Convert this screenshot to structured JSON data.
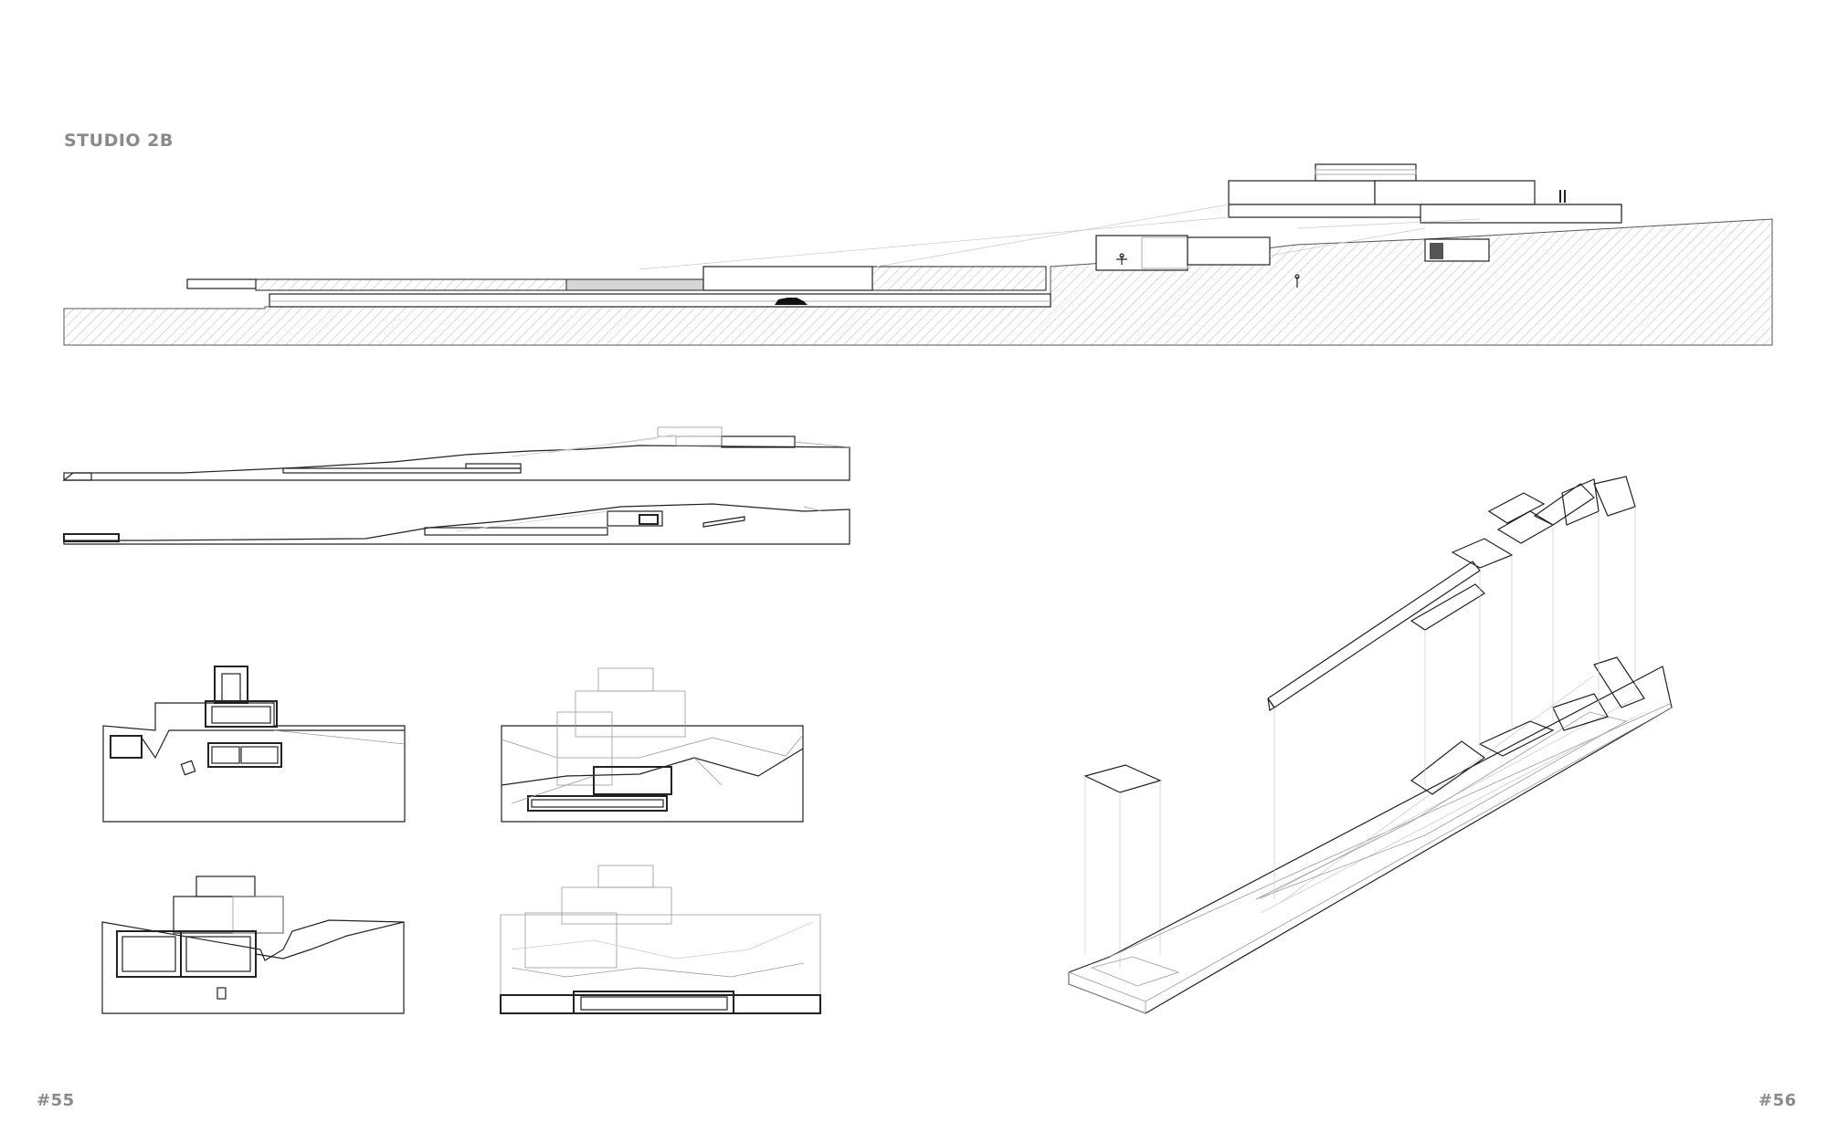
{
  "header": {
    "studio_label": "STUDIO 2B"
  },
  "footer": {
    "page_left": "#55",
    "page_right": "#56"
  },
  "colors": {
    "label_gray": "#8a8a8a",
    "line": "#222222",
    "hatch": "#b5b5b5",
    "light_line": "#c8c8c8"
  },
  "drawings": [
    {
      "id": "long-section",
      "kind": "site section"
    },
    {
      "id": "site-elevation-upper",
      "kind": "elevation"
    },
    {
      "id": "site-elevation-lower",
      "kind": "elevation"
    },
    {
      "id": "cross-section-a",
      "kind": "section"
    },
    {
      "id": "cross-section-b",
      "kind": "section"
    },
    {
      "id": "cross-section-c",
      "kind": "section"
    },
    {
      "id": "cross-section-d",
      "kind": "section"
    },
    {
      "id": "exploded-axonometric",
      "kind": "axonometric"
    }
  ]
}
